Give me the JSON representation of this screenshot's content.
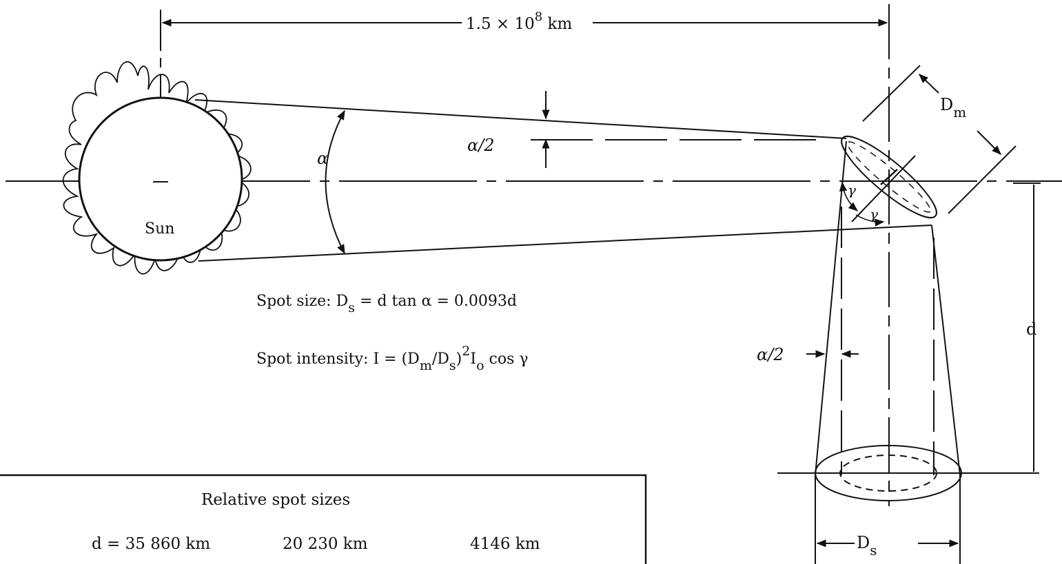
{
  "distance": {
    "label": "1.5 × 10",
    "exp": "8",
    "unit": " km"
  },
  "sun": {
    "label": "Sun"
  },
  "angles": {
    "alpha": "α",
    "half_alpha": "α/2",
    "gamma": "γ"
  },
  "mirror": {
    "diameter_main": "D",
    "diameter_sub": "m"
  },
  "spot": {
    "diameter_main": "D",
    "diameter_sub": "s",
    "height": "d"
  },
  "formulas": {
    "size_label": "Spot size:  D",
    "size_sub": "s",
    "size_rest": " = d tan α  = 0.0093d",
    "intensity_label": "Spot intensity:  I = (D",
    "intensity_sub1": "m",
    "intensity_mid": "/D",
    "intensity_sub2": "s",
    "intensity_close": ")",
    "intensity_sup": "2",
    "intensity_I": "I",
    "intensity_sub3": "o",
    "intensity_end": " cos γ"
  },
  "table": {
    "title": "Relative spot sizes",
    "values": [
      "d = 35 860 km",
      "20 230 km",
      "4146 km"
    ]
  }
}
